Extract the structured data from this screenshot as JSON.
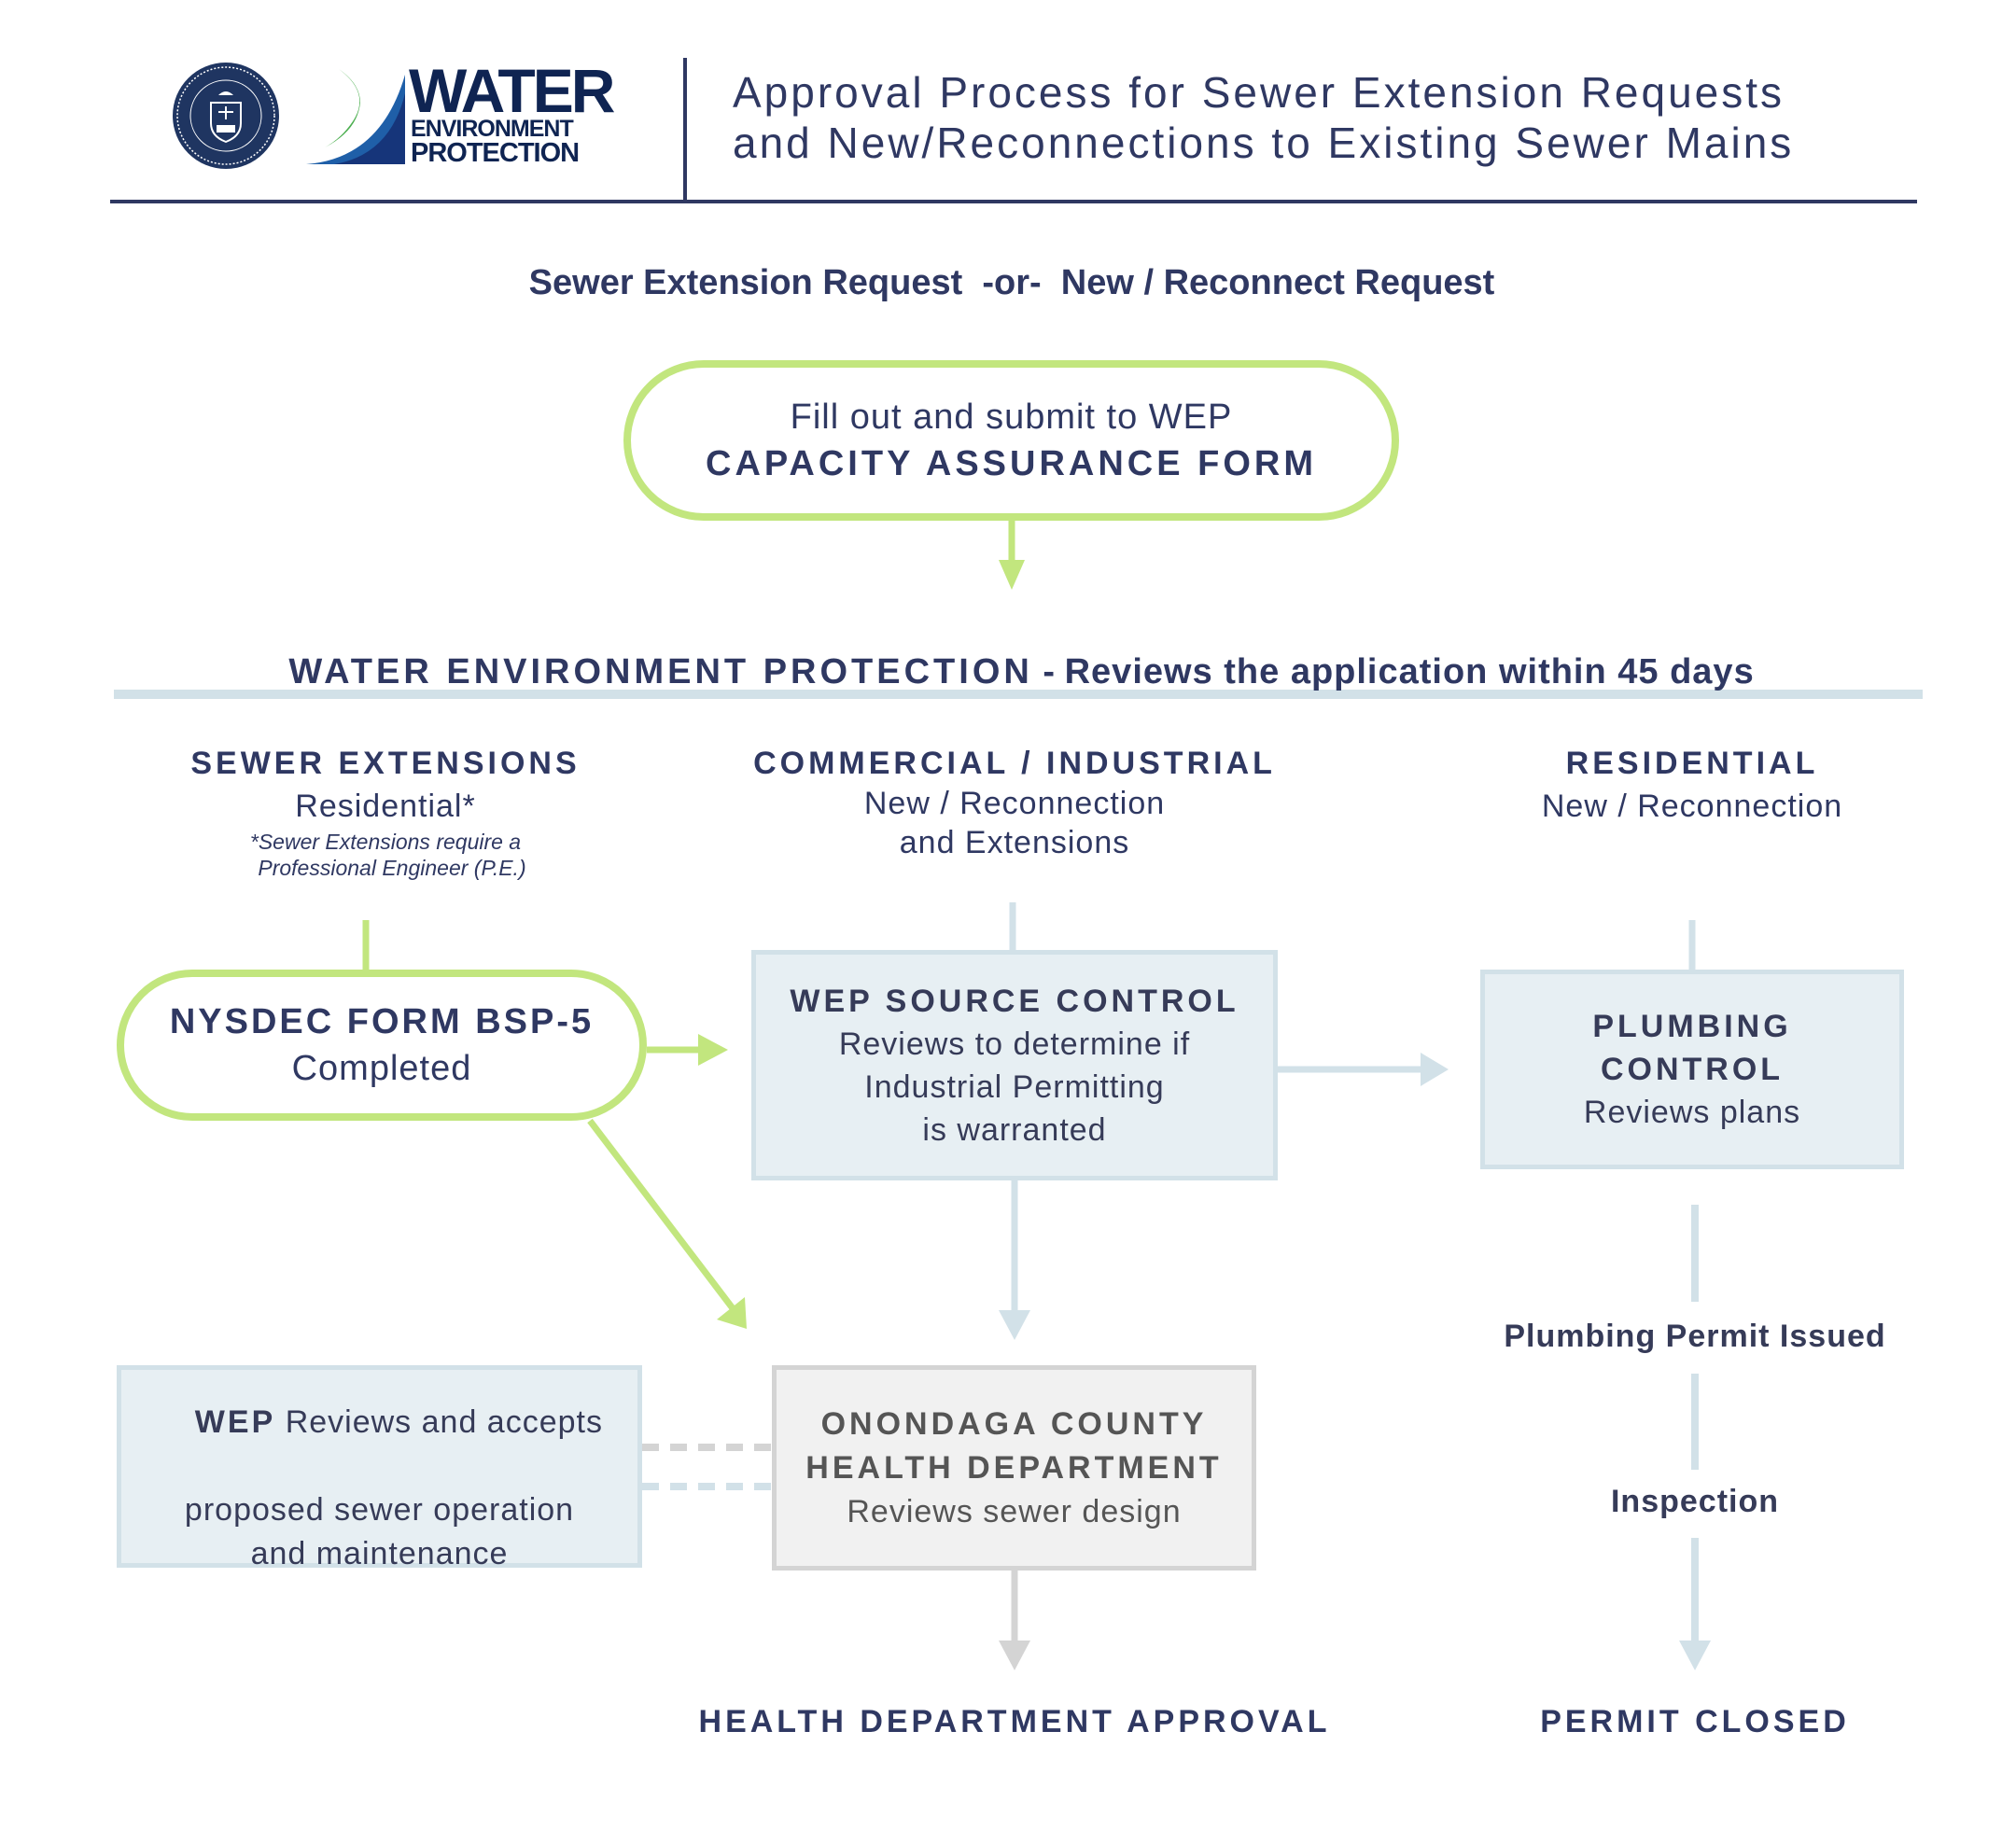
{
  "header": {
    "seal_icon": "onondaga-county-seal-icon",
    "seal_text": "ONONDAGA COUNTY SEAL",
    "logo_icon": "water-environment-protection-logo",
    "logo_lines": [
      "WATER",
      "ENVIRONMENT",
      "PROTECTION"
    ],
    "title_lines": [
      "Approval Process for Sewer Extension Requests",
      "and New/Reconnections to Existing Sewer Mains"
    ]
  },
  "intro": {
    "request_types": "Sewer Extension Request  -or-  New / Reconnect Request",
    "capacity_form": {
      "line1": "Fill out and submit to WEP",
      "line2": "CAPACITY ASSURANCE FORM"
    },
    "wep_review": {
      "agency": "WATER ENVIRONMENT PROTECTION",
      "separator": " - ",
      "action": "Reviews the application within 45 days"
    }
  },
  "columns": [
    {
      "heading": "SEWER EXTENSIONS",
      "sub_lines": [
        "Residential*"
      ],
      "footnote_lines": [
        "*Sewer Extensions require a",
        "Professional Engineer (P.E.)"
      ]
    },
    {
      "heading": "COMMERCIAL / INDUSTRIAL",
      "sub_lines": [
        "New / Reconnection",
        "and Extensions"
      ]
    },
    {
      "heading": "RESIDENTIAL",
      "sub_lines": [
        "New / Reconnection"
      ]
    }
  ],
  "nodes": {
    "nysdec": {
      "title": "NYSDEC FORM BSP-5",
      "body": "Completed"
    },
    "source_control": {
      "title": "WEP SOURCE CONTROL",
      "body_lines": [
        "Reviews to determine if",
        "Industrial Permitting",
        "is warranted"
      ]
    },
    "plumbing_control": {
      "title_lines": [
        "PLUMBING",
        "CONTROL"
      ],
      "body": "Reviews plans"
    },
    "wep_om": {
      "bold": "WEP",
      "line1_rest": " Reviews and accepts",
      "line2": "proposed sewer operation",
      "line3": "and maintenance"
    },
    "health_dept": {
      "title_lines": [
        "ONONDAGA COUNTY",
        "HEALTH DEPARTMENT"
      ],
      "body": "Reviews sewer design"
    },
    "health_approval": "HEALTH DEPARTMENT APPROVAL",
    "plumbing_permit": "Plumbing Permit Issued",
    "inspection": "Inspection",
    "permit_closed": "PERMIT CLOSED"
  },
  "colors": {
    "navy": "#2f3862",
    "green": "#c2e67e",
    "light_blue": "#d2e1e8",
    "box_blue_fill": "#e7eff3",
    "gray": "#d4d4d4",
    "gray_fill": "#f1f1f1",
    "gray_text": "#555555"
  }
}
